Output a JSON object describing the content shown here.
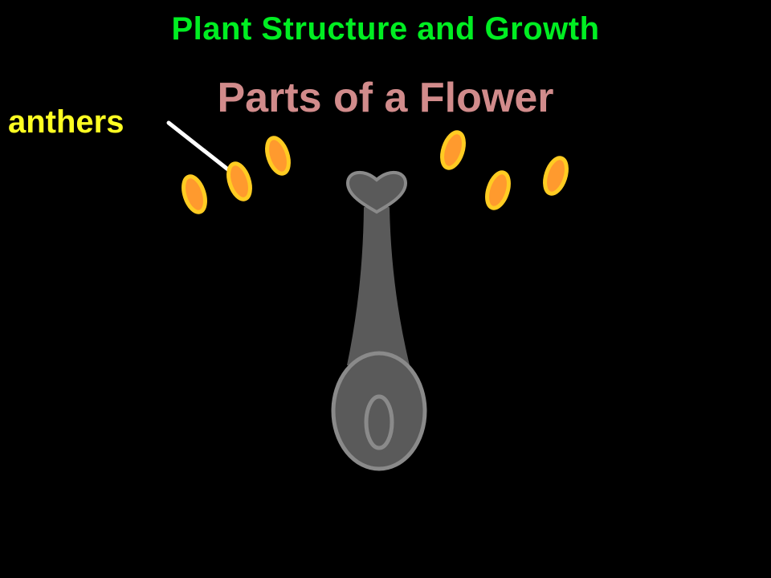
{
  "header": {
    "title": "Plant Structure and Growth"
  },
  "slide": {
    "subtitle": "Parts of a Flower"
  },
  "labels": {
    "anthers": "anthers"
  },
  "colors": {
    "background": "#000000",
    "title": "#00ee22",
    "subtitle": "#d18b8b",
    "label": "#ffff22",
    "anther_fill": "#ff9a2e",
    "anther_stroke": "#ffcc22",
    "pistil_fill": "#5a5a5a",
    "pistil_stroke": "#8a8a8a",
    "leader_line": "#ffffff"
  },
  "diagram": {
    "parts_shown": [
      "anther",
      "anther",
      "anther",
      "anther",
      "anther",
      "anther",
      "pistil"
    ]
  }
}
